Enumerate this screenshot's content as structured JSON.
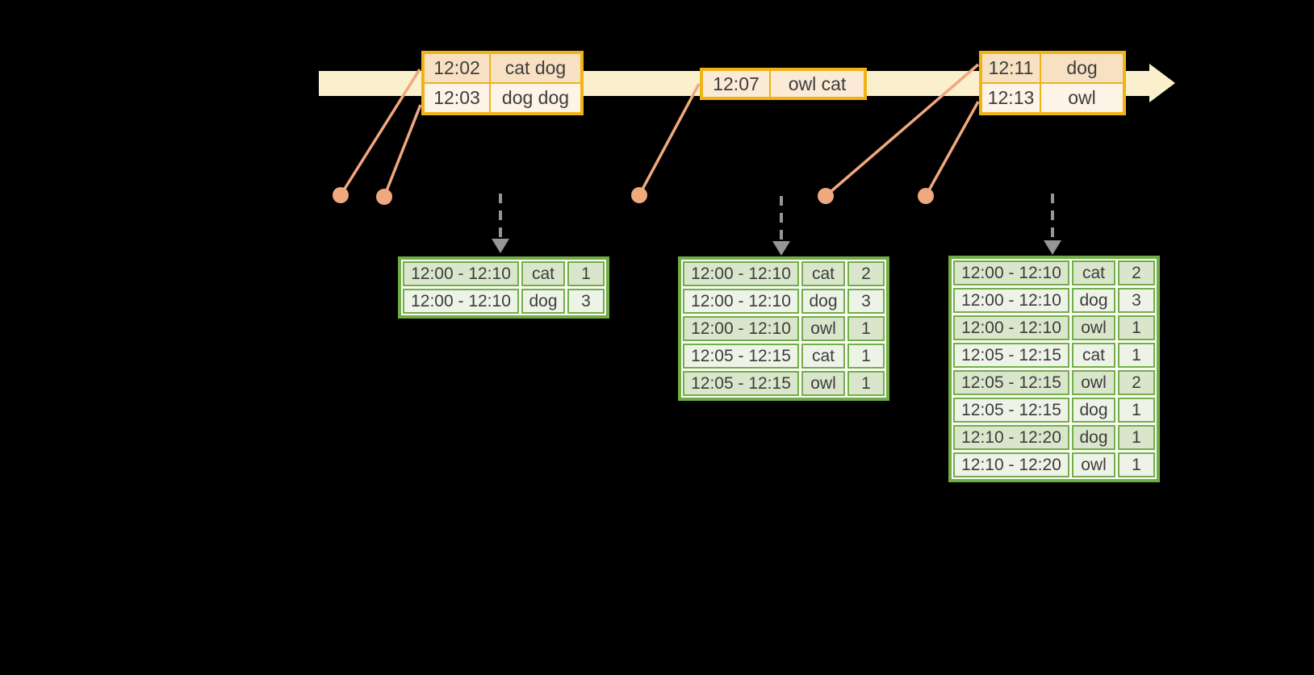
{
  "colors": {
    "background": "#000000",
    "timeline_fill": "#faf0ce",
    "event_table_border": "#f0b316",
    "event_row_dark": "#f8e1c2",
    "event_row_light": "#fdf3e6",
    "event_row_single": "#fbead6",
    "connector_salmon": "#f0a87e",
    "trigger_arrow_gray": "#969696",
    "result_table_border": "#70ad47",
    "result_row_dark": "#dae6cb",
    "result_row_light": "#eef3e8",
    "text": "#3d3d3d"
  },
  "event_tables": [
    {
      "rows": [
        {
          "time": "12:02",
          "words": "cat dog"
        },
        {
          "time": "12:03",
          "words": "dog dog"
        }
      ]
    },
    {
      "rows": [
        {
          "time": "12:07",
          "words": "owl cat"
        }
      ]
    },
    {
      "rows": [
        {
          "time": "12:11",
          "words": "dog"
        },
        {
          "time": "12:13",
          "words": "owl"
        }
      ]
    }
  ],
  "result_tables": [
    {
      "rows": [
        {
          "window": "12:00 - 12:10",
          "word": "cat",
          "count": "1"
        },
        {
          "window": "12:00 - 12:10",
          "word": "dog",
          "count": "3"
        }
      ]
    },
    {
      "rows": [
        {
          "window": "12:00 - 12:10",
          "word": "cat",
          "count": "2"
        },
        {
          "window": "12:00 - 12:10",
          "word": "dog",
          "count": "3"
        },
        {
          "window": "12:00 - 12:10",
          "word": "owl",
          "count": "1"
        },
        {
          "window": "12:05 - 12:15",
          "word": "cat",
          "count": "1"
        },
        {
          "window": "12:05 - 12:15",
          "word": "owl",
          "count": "1"
        }
      ]
    },
    {
      "rows": [
        {
          "window": "12:00 - 12:10",
          "word": "cat",
          "count": "2"
        },
        {
          "window": "12:00 - 12:10",
          "word": "dog",
          "count": "3"
        },
        {
          "window": "12:00 - 12:10",
          "word": "owl",
          "count": "1"
        },
        {
          "window": "12:05 - 12:15",
          "word": "cat",
          "count": "1"
        },
        {
          "window": "12:05 - 12:15",
          "word": "owl",
          "count": "2"
        },
        {
          "window": "12:05 - 12:15",
          "word": "dog",
          "count": "1"
        },
        {
          "window": "12:10 - 12:20",
          "word": "dog",
          "count": "1"
        },
        {
          "window": "12:10 - 12:20",
          "word": "owl",
          "count": "1"
        }
      ]
    }
  ]
}
